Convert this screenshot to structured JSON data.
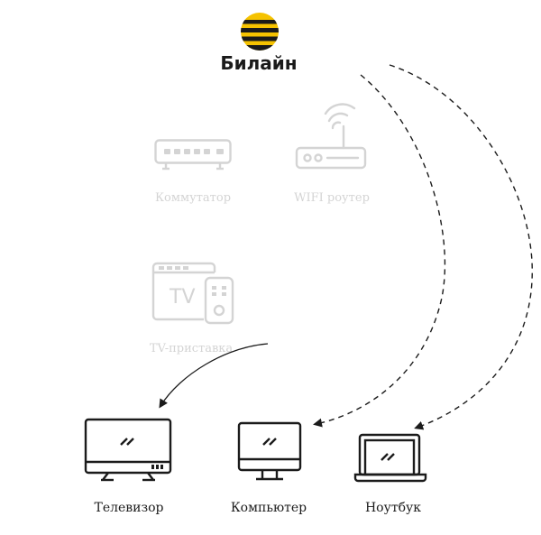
{
  "brand": {
    "name": "Билайн",
    "logo_icon": "beeline-logo-icon"
  },
  "devices": {
    "switch": {
      "label": "Коммутатор",
      "icon": "network-switch-icon"
    },
    "router": {
      "label": "WIFI роутер",
      "icon": "wifi-router-icon"
    },
    "tv_box": {
      "label": "TV-приставка",
      "icon": "tv-set-top-box-icon",
      "screen_text": "TV"
    },
    "tv": {
      "label": "Телевизор",
      "icon": "television-icon"
    },
    "computer": {
      "label": "Компьютер",
      "icon": "desktop-computer-icon"
    },
    "laptop": {
      "label": "Ноутбук",
      "icon": "laptop-icon"
    }
  },
  "colors": {
    "faded": "#d4d4d4",
    "dark": "#1b1b1b",
    "brand_yellow": "#f5c200",
    "brand_black": "#1a1a1a"
  }
}
